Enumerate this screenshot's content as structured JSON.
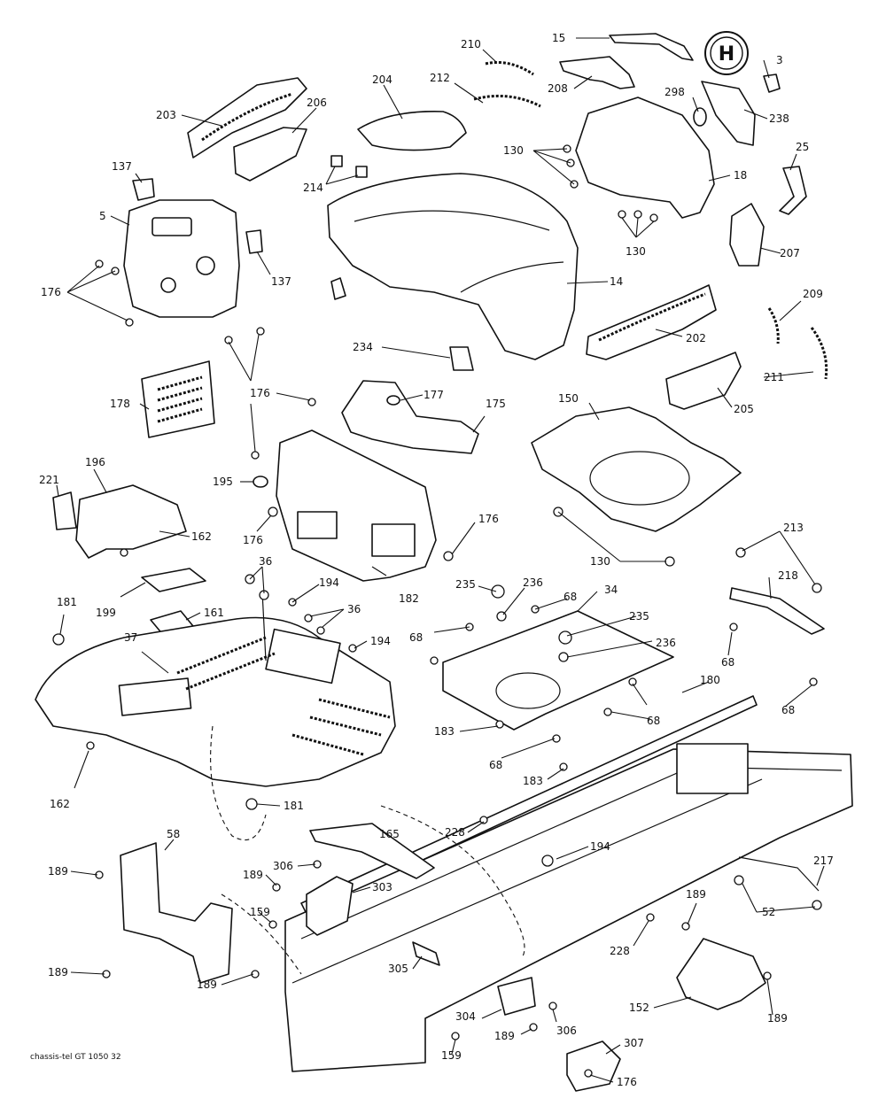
{
  "diagram": {
    "labels": [
      {
        "id": "p15",
        "text": "15"
      },
      {
        "id": "p210",
        "text": "210"
      },
      {
        "id": "p3",
        "text": "3"
      },
      {
        "id": "p204",
        "text": "204"
      },
      {
        "id": "p212",
        "text": "212"
      },
      {
        "id": "p208",
        "text": "208"
      },
      {
        "id": "p203",
        "text": "203"
      },
      {
        "id": "p206",
        "text": "206"
      },
      {
        "id": "p298",
        "text": "298"
      },
      {
        "id": "p238",
        "text": "238"
      },
      {
        "id": "p130a",
        "text": "130"
      },
      {
        "id": "p25",
        "text": "25"
      },
      {
        "id": "p137a",
        "text": "137"
      },
      {
        "id": "p214",
        "text": "214"
      },
      {
        "id": "p18",
        "text": "18"
      },
      {
        "id": "p5",
        "text": "5"
      },
      {
        "id": "p130b",
        "text": "130"
      },
      {
        "id": "p207",
        "text": "207"
      },
      {
        "id": "p137b",
        "text": "137"
      },
      {
        "id": "p14",
        "text": "14"
      },
      {
        "id": "p176a",
        "text": "176"
      },
      {
        "id": "p209",
        "text": "209"
      },
      {
        "id": "p202",
        "text": "202"
      },
      {
        "id": "p234",
        "text": "234"
      },
      {
        "id": "p211",
        "text": "211"
      },
      {
        "id": "p176b",
        "text": "176"
      },
      {
        "id": "p177",
        "text": "177"
      },
      {
        "id": "p205",
        "text": "205"
      },
      {
        "id": "p178",
        "text": "178"
      },
      {
        "id": "p150",
        "text": "150"
      },
      {
        "id": "p175",
        "text": "175"
      },
      {
        "id": "p196",
        "text": "196"
      },
      {
        "id": "p221",
        "text": "221"
      },
      {
        "id": "p195",
        "text": "195"
      },
      {
        "id": "p176c",
        "text": "176"
      },
      {
        "id": "p162a",
        "text": "162"
      },
      {
        "id": "p176d",
        "text": "176"
      },
      {
        "id": "p130c",
        "text": "130"
      },
      {
        "id": "p213",
        "text": "213"
      },
      {
        "id": "p36a",
        "text": "36"
      },
      {
        "id": "p194a",
        "text": "194"
      },
      {
        "id": "p235a",
        "text": "235"
      },
      {
        "id": "p236a",
        "text": "236"
      },
      {
        "id": "p68a",
        "text": "68"
      },
      {
        "id": "p34",
        "text": "34"
      },
      {
        "id": "p218",
        "text": "218"
      },
      {
        "id": "p182",
        "text": "182"
      },
      {
        "id": "p199",
        "text": "199"
      },
      {
        "id": "p181a",
        "text": "181"
      },
      {
        "id": "p161",
        "text": "161"
      },
      {
        "id": "p36b",
        "text": "36"
      },
      {
        "id": "p37",
        "text": "37"
      },
      {
        "id": "p194b",
        "text": "194"
      },
      {
        "id": "p68b",
        "text": "68"
      },
      {
        "id": "p235b",
        "text": "235"
      },
      {
        "id": "p236b",
        "text": "236"
      },
      {
        "id": "p68c",
        "text": "68"
      },
      {
        "id": "p180",
        "text": "180"
      },
      {
        "id": "p68d",
        "text": "68"
      },
      {
        "id": "p68e",
        "text": "68"
      },
      {
        "id": "p183a",
        "text": "183"
      },
      {
        "id": "p68f",
        "text": "68"
      },
      {
        "id": "p183b",
        "text": "183"
      },
      {
        "id": "p162b",
        "text": "162"
      },
      {
        "id": "p181b",
        "text": "181"
      },
      {
        "id": "p58",
        "text": "58"
      },
      {
        "id": "p165",
        "text": "165"
      },
      {
        "id": "p228a",
        "text": "228"
      },
      {
        "id": "p194c",
        "text": "194"
      },
      {
        "id": "p217",
        "text": "217"
      },
      {
        "id": "p189a",
        "text": "189"
      },
      {
        "id": "p306a",
        "text": "306"
      },
      {
        "id": "p189b",
        "text": "189"
      },
      {
        "id": "p303",
        "text": "303"
      },
      {
        "id": "p52",
        "text": "52"
      },
      {
        "id": "p159a",
        "text": "159"
      },
      {
        "id": "p189c",
        "text": "189"
      },
      {
        "id": "p228b",
        "text": "228"
      },
      {
        "id": "p305",
        "text": "305"
      },
      {
        "id": "p189d",
        "text": "189"
      },
      {
        "id": "p189e",
        "text": "189"
      },
      {
        "id": "p152",
        "text": "152"
      },
      {
        "id": "p304",
        "text": "304"
      },
      {
        "id": "p189f",
        "text": "189"
      },
      {
        "id": "p306b",
        "text": "306"
      },
      {
        "id": "p189g",
        "text": "189"
      },
      {
        "id": "p307",
        "text": "307"
      },
      {
        "id": "p159b",
        "text": "159"
      },
      {
        "id": "p176e",
        "text": "176"
      }
    ],
    "logo_letter": "H",
    "footer": "chassis-tel GT 1050 32"
  }
}
